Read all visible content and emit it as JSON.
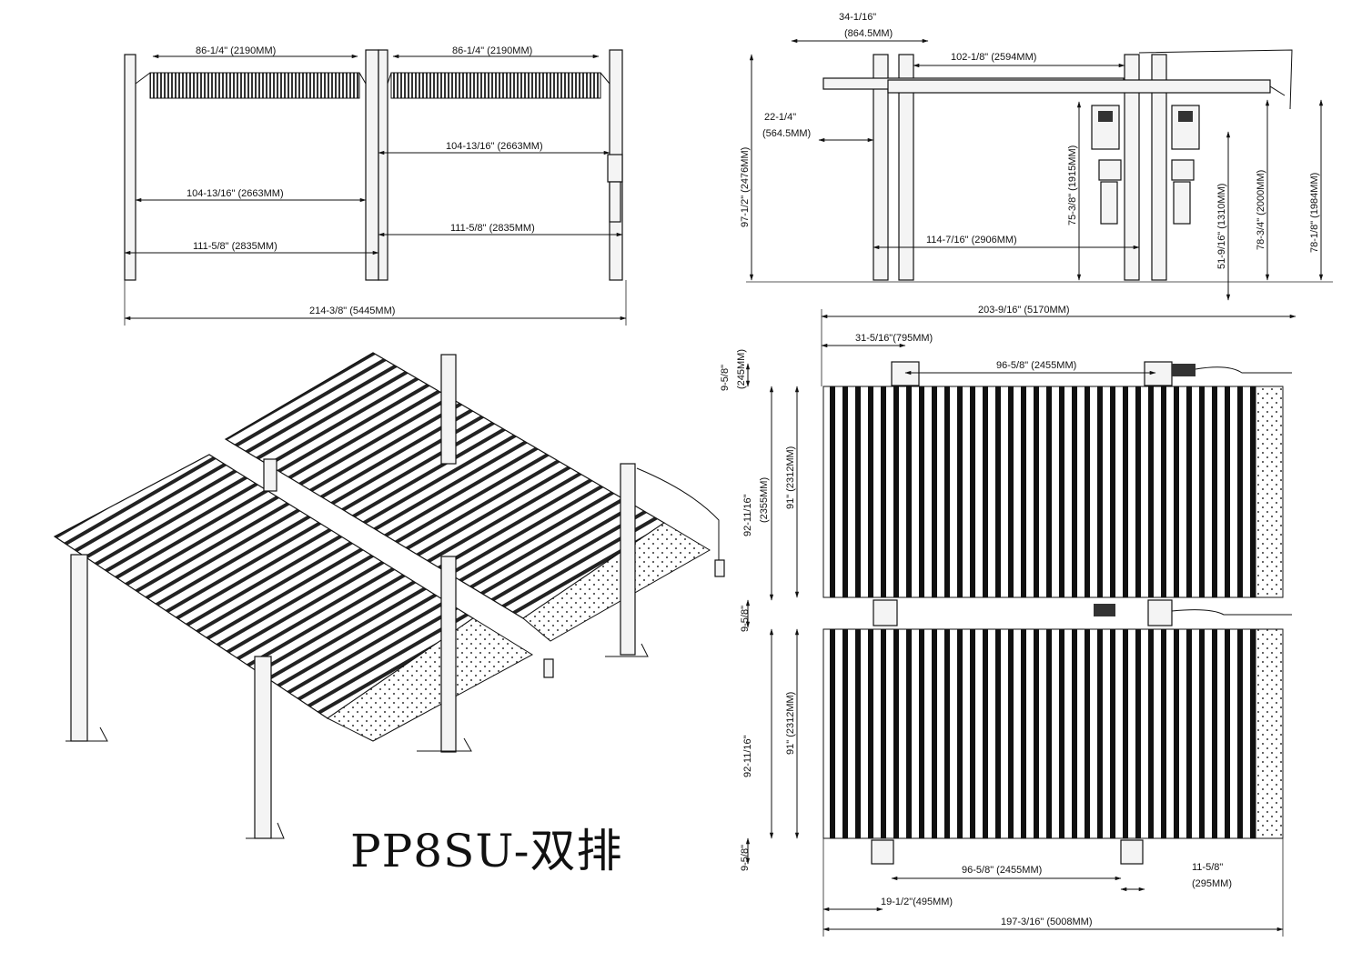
{
  "title": "PP8SU-双排",
  "front_view": {
    "span_left": "86-1/4\" (2190MM)",
    "span_right": "86-1/4\" (2190MM)",
    "inner_width_right": "104-13/16\" (2663MM)",
    "inner_width_left": "104-13/16\" (2663MM)",
    "outer_width_right": "111-5/8\" (2835MM)",
    "outer_width_left": "111-5/8\" (2835MM)",
    "total_width": "214-3/8\" (5445MM)"
  },
  "side_view": {
    "post_offset": "34-1/16\"",
    "post_offset_mm": "(864.5MM)",
    "platform_length": "102-1/8\" (2594MM)",
    "overhang": "22-1/4\"",
    "overhang_mm": "(564.5MM)",
    "total_height": "97-1/2\" (2476MM)",
    "post_spacing": "114-7/16\" (2906MM)",
    "lift_height": "75-3/8\" (1915MM)",
    "power_unit_height": "51-9/16\" (1310MM)",
    "rise_height": "78-3/4\" (2000MM)",
    "clear_height": "78-1/8\" (1984MM)"
  },
  "top_view": {
    "total_length": "203-9/16\" (5170MM)",
    "post_to_front": "31-5/16\"(795MM)",
    "post_spacing_top": "96-5/8\" (2455MM)",
    "end_gap": "9-5/8\"",
    "end_gap_mm": "(245MM)",
    "bay_width": "92-11/16\"",
    "bay_width_mm": "(2355MM)",
    "runway_width": "91\" (2312MM)",
    "post_spacing_bottom": "96-5/8\" (2455MM)",
    "rear_offset": "11-5/8\"",
    "rear_offset_mm": "(295MM)",
    "front_offset": "19-1/2\"(495MM)",
    "base_length": "197-3/16\" (5008MM)"
  }
}
